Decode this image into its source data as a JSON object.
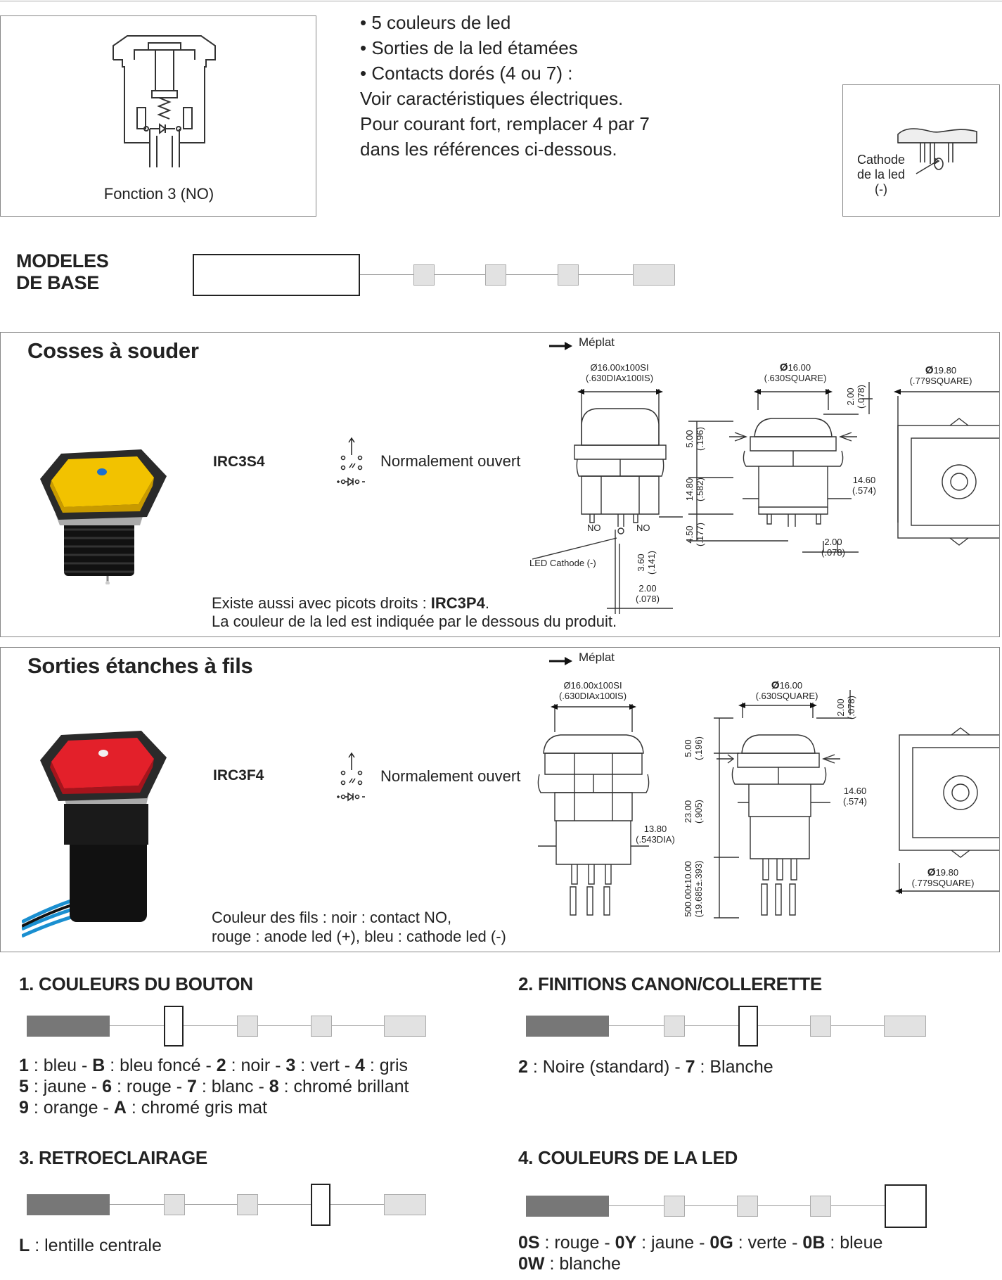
{
  "function_panel": {
    "caption": "Fonction 3 (NO)"
  },
  "features": [
    "• 5 couleurs de led",
    "• Sorties de la led étamées",
    "• Contacts dorés (4 ou 7) :",
    "Voir caractéristiques électriques.",
    "Pour courant fort, remplacer 4 par 7",
    "dans les références ci-dessous."
  ],
  "cathode_panel": {
    "label_1": "Cathode",
    "label_2": "de la led",
    "label_3": "(-)"
  },
  "base_models": {
    "line_1": "MODELES",
    "line_2": "DE BASE"
  },
  "section_solder": {
    "title": "Cosses à souder",
    "reference": "IRC3S4",
    "function": "Normalement ouvert",
    "meplat": "Méplat",
    "note_line1_prefix": "Existe aussi avec picots droits : ",
    "note_line1_ref": "IRC3P4",
    "note_line1_suffix": ".",
    "note_line2": "La couleur de la led est indiquée par le dessous du produit.",
    "dims": {
      "d1a": "Ø16.00x100SI",
      "d1b": "(.630DIAx100IS)",
      "d2a": "16.00",
      "d2b": "(.630SQUARE)",
      "d3a": "19.80",
      "d3b": "(.779SQUARE)",
      "d4a": "2.00",
      "d4b": "(.078)",
      "d5a": "5.00",
      "d5b": "(.196)",
      "d6a": "14.80",
      "d6b": "(.582)",
      "d7a": "4.50",
      "d7b": "(.177)",
      "d8a": "14.60",
      "d8b": "(.574)",
      "d9a": "2.00",
      "d9b": "(.078)",
      "d10a": "3.60",
      "d10b": "(.141)",
      "d11a": "2.00",
      "d11b": "(.078)",
      "no_left": "NO",
      "no_right": "NO",
      "led_cathode": "LED Cathode (-)"
    }
  },
  "section_wire": {
    "title": "Sorties étanches à fils",
    "reference": "IRC3F4",
    "function": "Normalement ouvert",
    "meplat": "Méplat",
    "note_line1": "Couleur des fils : noir : contact NO,",
    "note_line2": "rouge : anode led (+), bleu : cathode led (-)",
    "dims": {
      "d1a": "Ø16.00x100SI",
      "d1b": "(.630DIAx100IS)",
      "d2a": "16.00",
      "d2b": "(.630SQUARE)",
      "d3a": "2.00",
      "d3b": "(.078)",
      "d4a": "5.00",
      "d4b": "(.196)",
      "d5a": "23.00",
      "d5b": "(.905)",
      "d6a": "500.00±10.00",
      "d6b": "(19.685±.393)",
      "d7a": "14.60",
      "d7b": "(.574)",
      "d8a": "13.80",
      "d8b": "(.543DIA)",
      "d9a": "19.80",
      "d9b": "(.779SQUARE)"
    }
  },
  "options": {
    "o1": {
      "title": "1. COULEURS DU BOUTON",
      "rows": [
        [
          {
            "b": "1"
          },
          {
            "t": " : bleu - "
          },
          {
            "b": "B"
          },
          {
            "t": " : bleu foncé - "
          },
          {
            "b": "2"
          },
          {
            "t": " : noir - "
          },
          {
            "b": "3"
          },
          {
            "t": " : vert - "
          },
          {
            "b": "4"
          },
          {
            "t": " : gris"
          }
        ],
        [
          {
            "b": "5"
          },
          {
            "t": " : jaune - "
          },
          {
            "b": "6"
          },
          {
            "t": " : rouge - "
          },
          {
            "b": "7"
          },
          {
            "t": " : blanc - "
          },
          {
            "b": "8"
          },
          {
            "t": " : chromé brillant"
          }
        ],
        [
          {
            "b": "9"
          },
          {
            "t": " : orange - "
          },
          {
            "b": "A"
          },
          {
            "t": " : chromé gris mat"
          }
        ]
      ]
    },
    "o2": {
      "title": "2. FINITIONS CANON/COLLERETTE",
      "rows": [
        [
          {
            "b": "2"
          },
          {
            "t": " : Noire (standard) - "
          },
          {
            "b": "7"
          },
          {
            "t": " : Blanche"
          }
        ]
      ]
    },
    "o3": {
      "title": "3. RETROECLAIRAGE",
      "rows": [
        [
          {
            "b": "L"
          },
          {
            "t": " : lentille centrale"
          }
        ]
      ]
    },
    "o4": {
      "title": "4. COULEURS DE LA LED",
      "rows": [
        [
          {
            "b": "0S"
          },
          {
            "t": " : rouge - "
          },
          {
            "b": "0Y"
          },
          {
            "t": " : jaune - "
          },
          {
            "b": "0G"
          },
          {
            "t": " : verte - "
          },
          {
            "b": "0B"
          },
          {
            "t": " : bleue"
          }
        ],
        [
          {
            "b": "0W"
          },
          {
            "t": " : blanche"
          }
        ]
      ]
    }
  },
  "colors": {
    "button_yellow": "#f2c200",
    "button_red": "#e3202a",
    "led_blue": "#1a6fd0",
    "bar_dark": "#777777",
    "bar_light": "#e2e2e2"
  }
}
